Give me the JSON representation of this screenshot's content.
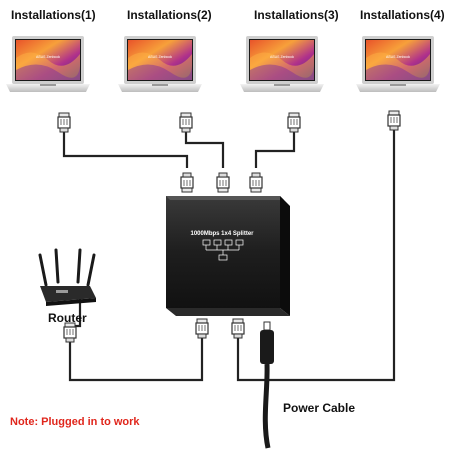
{
  "installations": [
    {
      "label": "Installations(1)",
      "screen_brand": "ASUS Zenbook"
    },
    {
      "label": "Installations(2)",
      "screen_brand": "ASUS Zenbook"
    },
    {
      "label": "Installations(3)",
      "screen_brand": "ASUS Zenbook"
    },
    {
      "label": "Installations(4)",
      "screen_brand": "ASUS Zenbook"
    }
  ],
  "splitter": {
    "title": "1000Mbps 1x4 Splitter"
  },
  "router": {
    "label": "Router"
  },
  "power": {
    "label": "Power  Cable"
  },
  "note": {
    "text": "Note: Plugged in to work"
  },
  "colors": {
    "note": "#e0261c",
    "cable": "#222222",
    "splitter": "#1f1f1f"
  },
  "icons": [
    "laptop-icon",
    "rj45-connector-icon",
    "splitter-box",
    "router-icon",
    "usb-c-plug-icon",
    "network-diagram-icon"
  ]
}
